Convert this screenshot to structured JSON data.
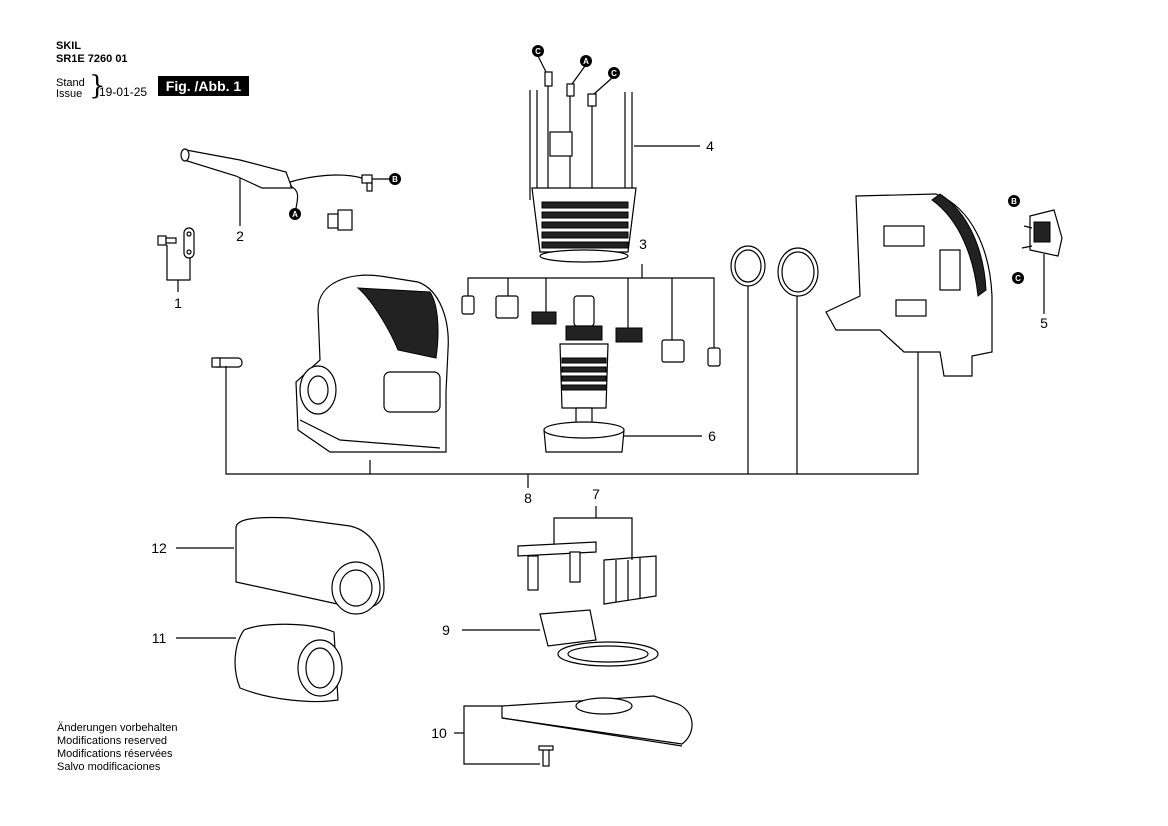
{
  "header": {
    "brand": "SKIL",
    "model": "SR1E 7260 01",
    "stand_label": "Stand",
    "issue_label": "Issue",
    "brace": "}",
    "date": "19-01-25",
    "figure": "Fig. /Abb. 1"
  },
  "part_numbers": [
    "1",
    "2",
    "3",
    "4",
    "5",
    "6",
    "7",
    "8",
    "9",
    "10",
    "11",
    "12"
  ],
  "connection_markers": {
    "a": "A",
    "b": "B",
    "c": "C"
  },
  "notes": [
    "Änderungen vorbehalten",
    "Modifications reserved",
    "Modifications réservées",
    "Salvo modificaciones"
  ]
}
